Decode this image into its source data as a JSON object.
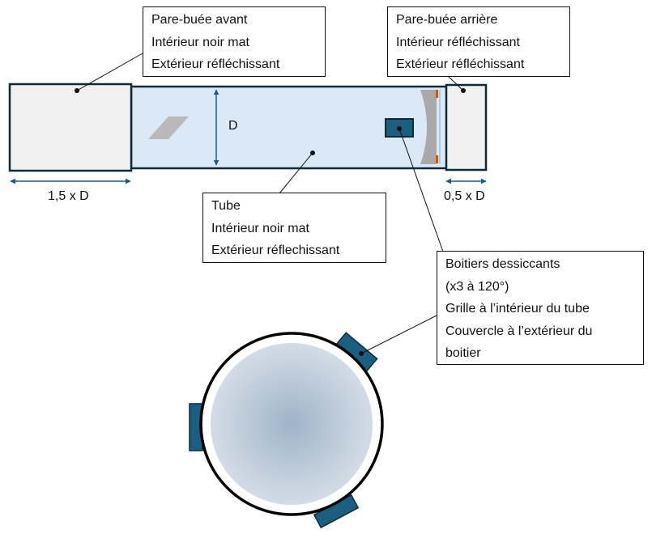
{
  "colors": {
    "tube_fill": "#dbe8f6",
    "outline": "#0f2a3a",
    "cap_fill": "#f1f1f1",
    "accent": "#1a5f80",
    "mirror_gray": "#a9a9a9",
    "orange": "#c55a11",
    "lens_blue": "#a9c9ef"
  },
  "callouts": {
    "front_dew": {
      "title": "Pare-buée avant",
      "line1": "Intérieur noir mat",
      "line2": "Extérieur réfléchissant"
    },
    "rear_dew": {
      "title": "Pare-buée arrière",
      "line1": "Intérieur réfléchissant",
      "line2": "Extérieur réfléchissant"
    },
    "tube": {
      "title": "Tube",
      "line1": "Intérieur noir mat",
      "line2": "Extérieur réflechissant"
    },
    "desiccant": {
      "title": "Boitiers dessiccants",
      "line1": "(x3 à 120°)",
      "line2": "Grille à l’intérieur du tube",
      "line3": "Couvercle à l’extérieur du",
      "line4": "boitier"
    }
  },
  "dimensions": {
    "diameter": "D",
    "front_length": "1,5 x D",
    "rear_length": "0,5 x D"
  }
}
